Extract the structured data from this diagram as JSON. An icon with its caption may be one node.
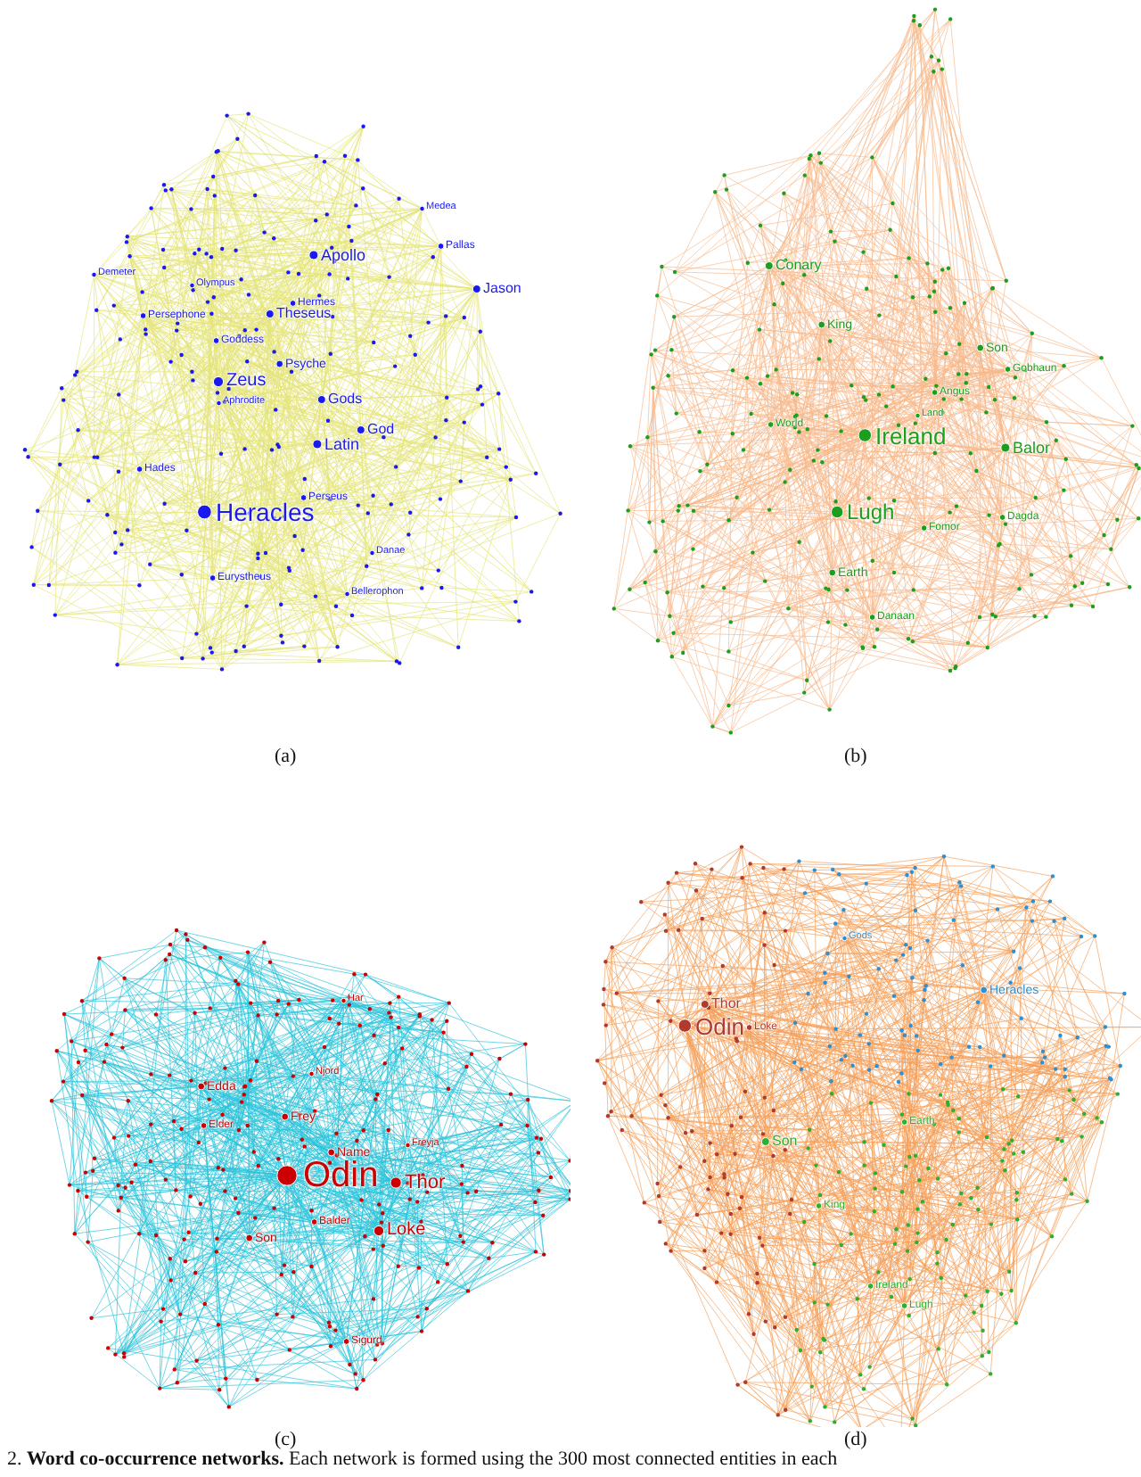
{
  "diagram": {
    "caption": "2. **Word co-occurrence networks.** Each network is formed using the 300 most connected entities in each",
    "labels": [
      "Medea",
      "Apollo",
      "Pallas",
      "Demeter",
      "Jason",
      "Olympus",
      "Hermes",
      "Theseus",
      "Persephone",
      "Goddess",
      "Psyche",
      "Zeus",
      "Gods",
      "Aphrodite",
      "God",
      "Latin",
      "Hades",
      "Perseus",
      "Heracles",
      "Danae",
      "Eurystheus",
      "Bellerophon",
      "(a)",
      "Conary",
      "King",
      "Son",
      "Gobhaun",
      "Angus",
      "Land",
      "World",
      "Ireland",
      "Balor",
      "Lugh",
      "Dagda",
      "Fomor",
      "Earth",
      "Danaan",
      "(b)",
      "Har",
      "Njord",
      "Edda",
      "Frey",
      "Elder",
      "Freyja",
      "Name",
      "Odin",
      "Thor",
      "Balder",
      "Loke",
      "Son",
      "Sigurd",
      "(c)",
      "Gods",
      "Heracles",
      "Thor",
      "Odin",
      "Loke",
      "Earth",
      "Son",
      "King",
      "Ireland",
      "Lugh",
      "(d)"
    ]
  }
}
